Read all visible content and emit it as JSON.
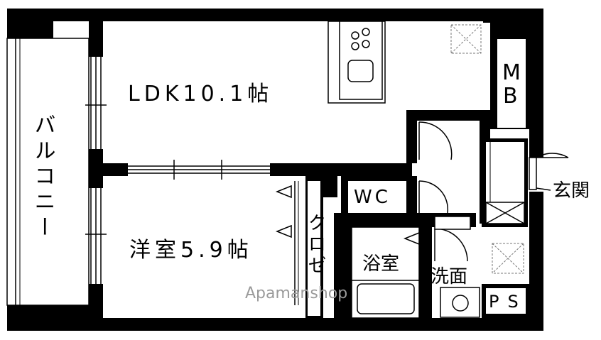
{
  "plan": {
    "rooms": {
      "ldk": "LDK10.1帖",
      "western": "洋室5.9帖",
      "closet": "クロゼ",
      "balcony": "バルコニー",
      "wc": "WC",
      "bath": "浴室",
      "washroom": "洗面",
      "entrance": "玄関",
      "mb_top": "M",
      "mb_bottom": "B",
      "ps": "PS"
    },
    "watermark": "Apamanshop"
  },
  "colors": {
    "wall": "#000000",
    "background": "#ffffff",
    "watermark": "#9a9a9a"
  }
}
